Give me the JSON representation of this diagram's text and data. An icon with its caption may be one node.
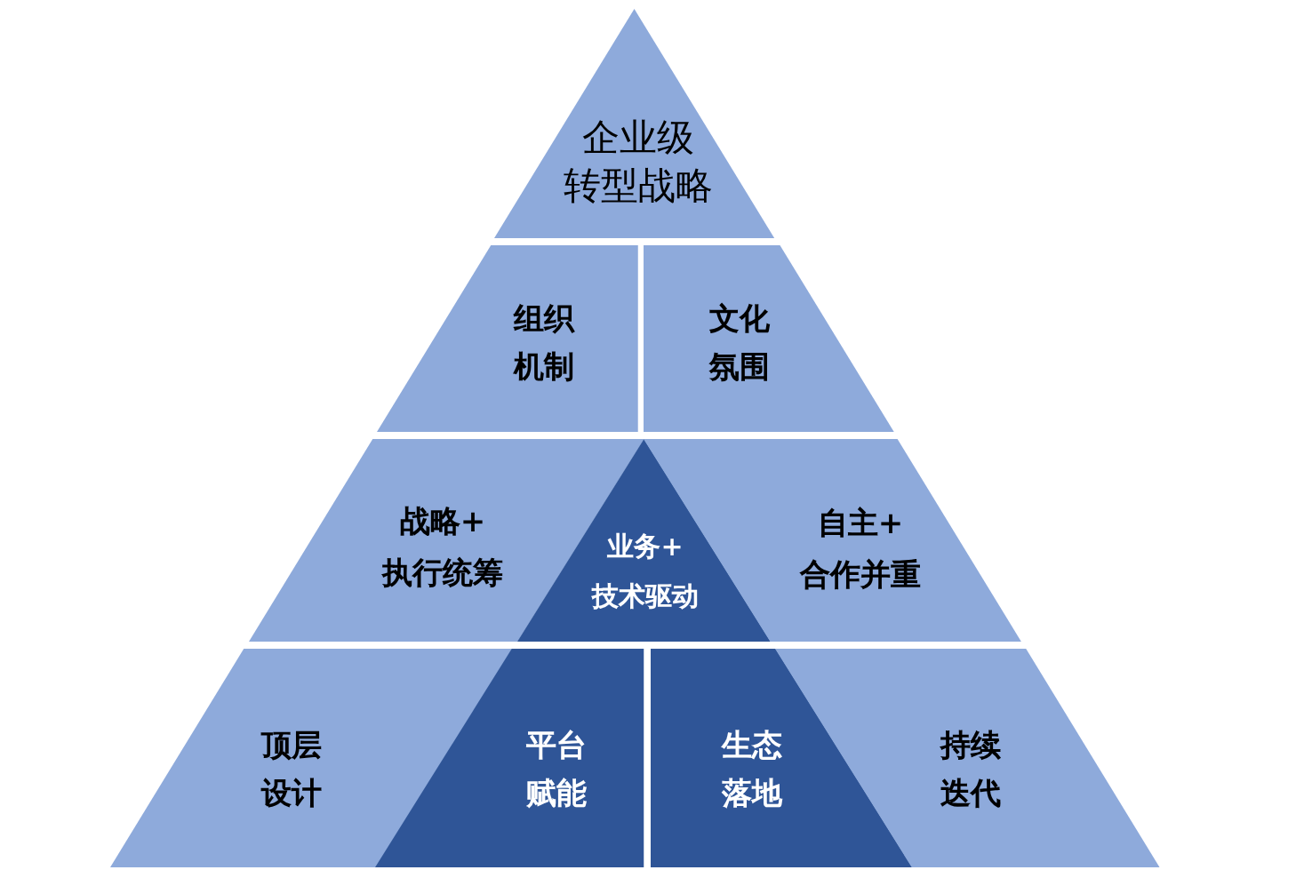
{
  "diagram": {
    "nodes": [
      {
        "text": [
          "企业级转型战略"
        ]
      },
      {
        "text": [
          "组织机制"
        ]
      },
      {
        "text": [
          "文化氛围"
        ]
      },
      {
        "text": [
          "战略+执行统筹"
        ]
      },
      {
        "text": [
          "业务+技术驱动"
        ]
      },
      {
        "text": [
          "自主+合作并重"
        ]
      },
      {
        "text": [
          "顶层设计"
        ]
      },
      {
        "text": [
          "平台赋能"
        ]
      },
      {
        "text": [
          "生态落地"
        ]
      },
      {
        "text": [
          "持续迭代"
        ]
      }
    ]
  }
}
